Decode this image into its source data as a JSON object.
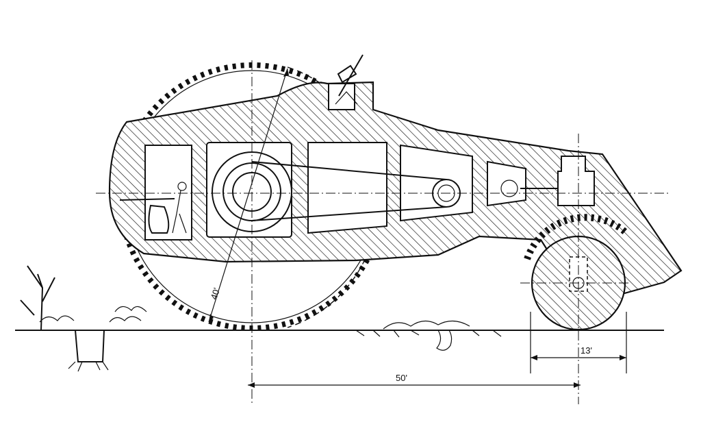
{
  "drawing": {
    "dimensions": {
      "wheel_diameter": "40'",
      "overall_length": "50'",
      "rear_roller_width": "13'"
    }
  }
}
